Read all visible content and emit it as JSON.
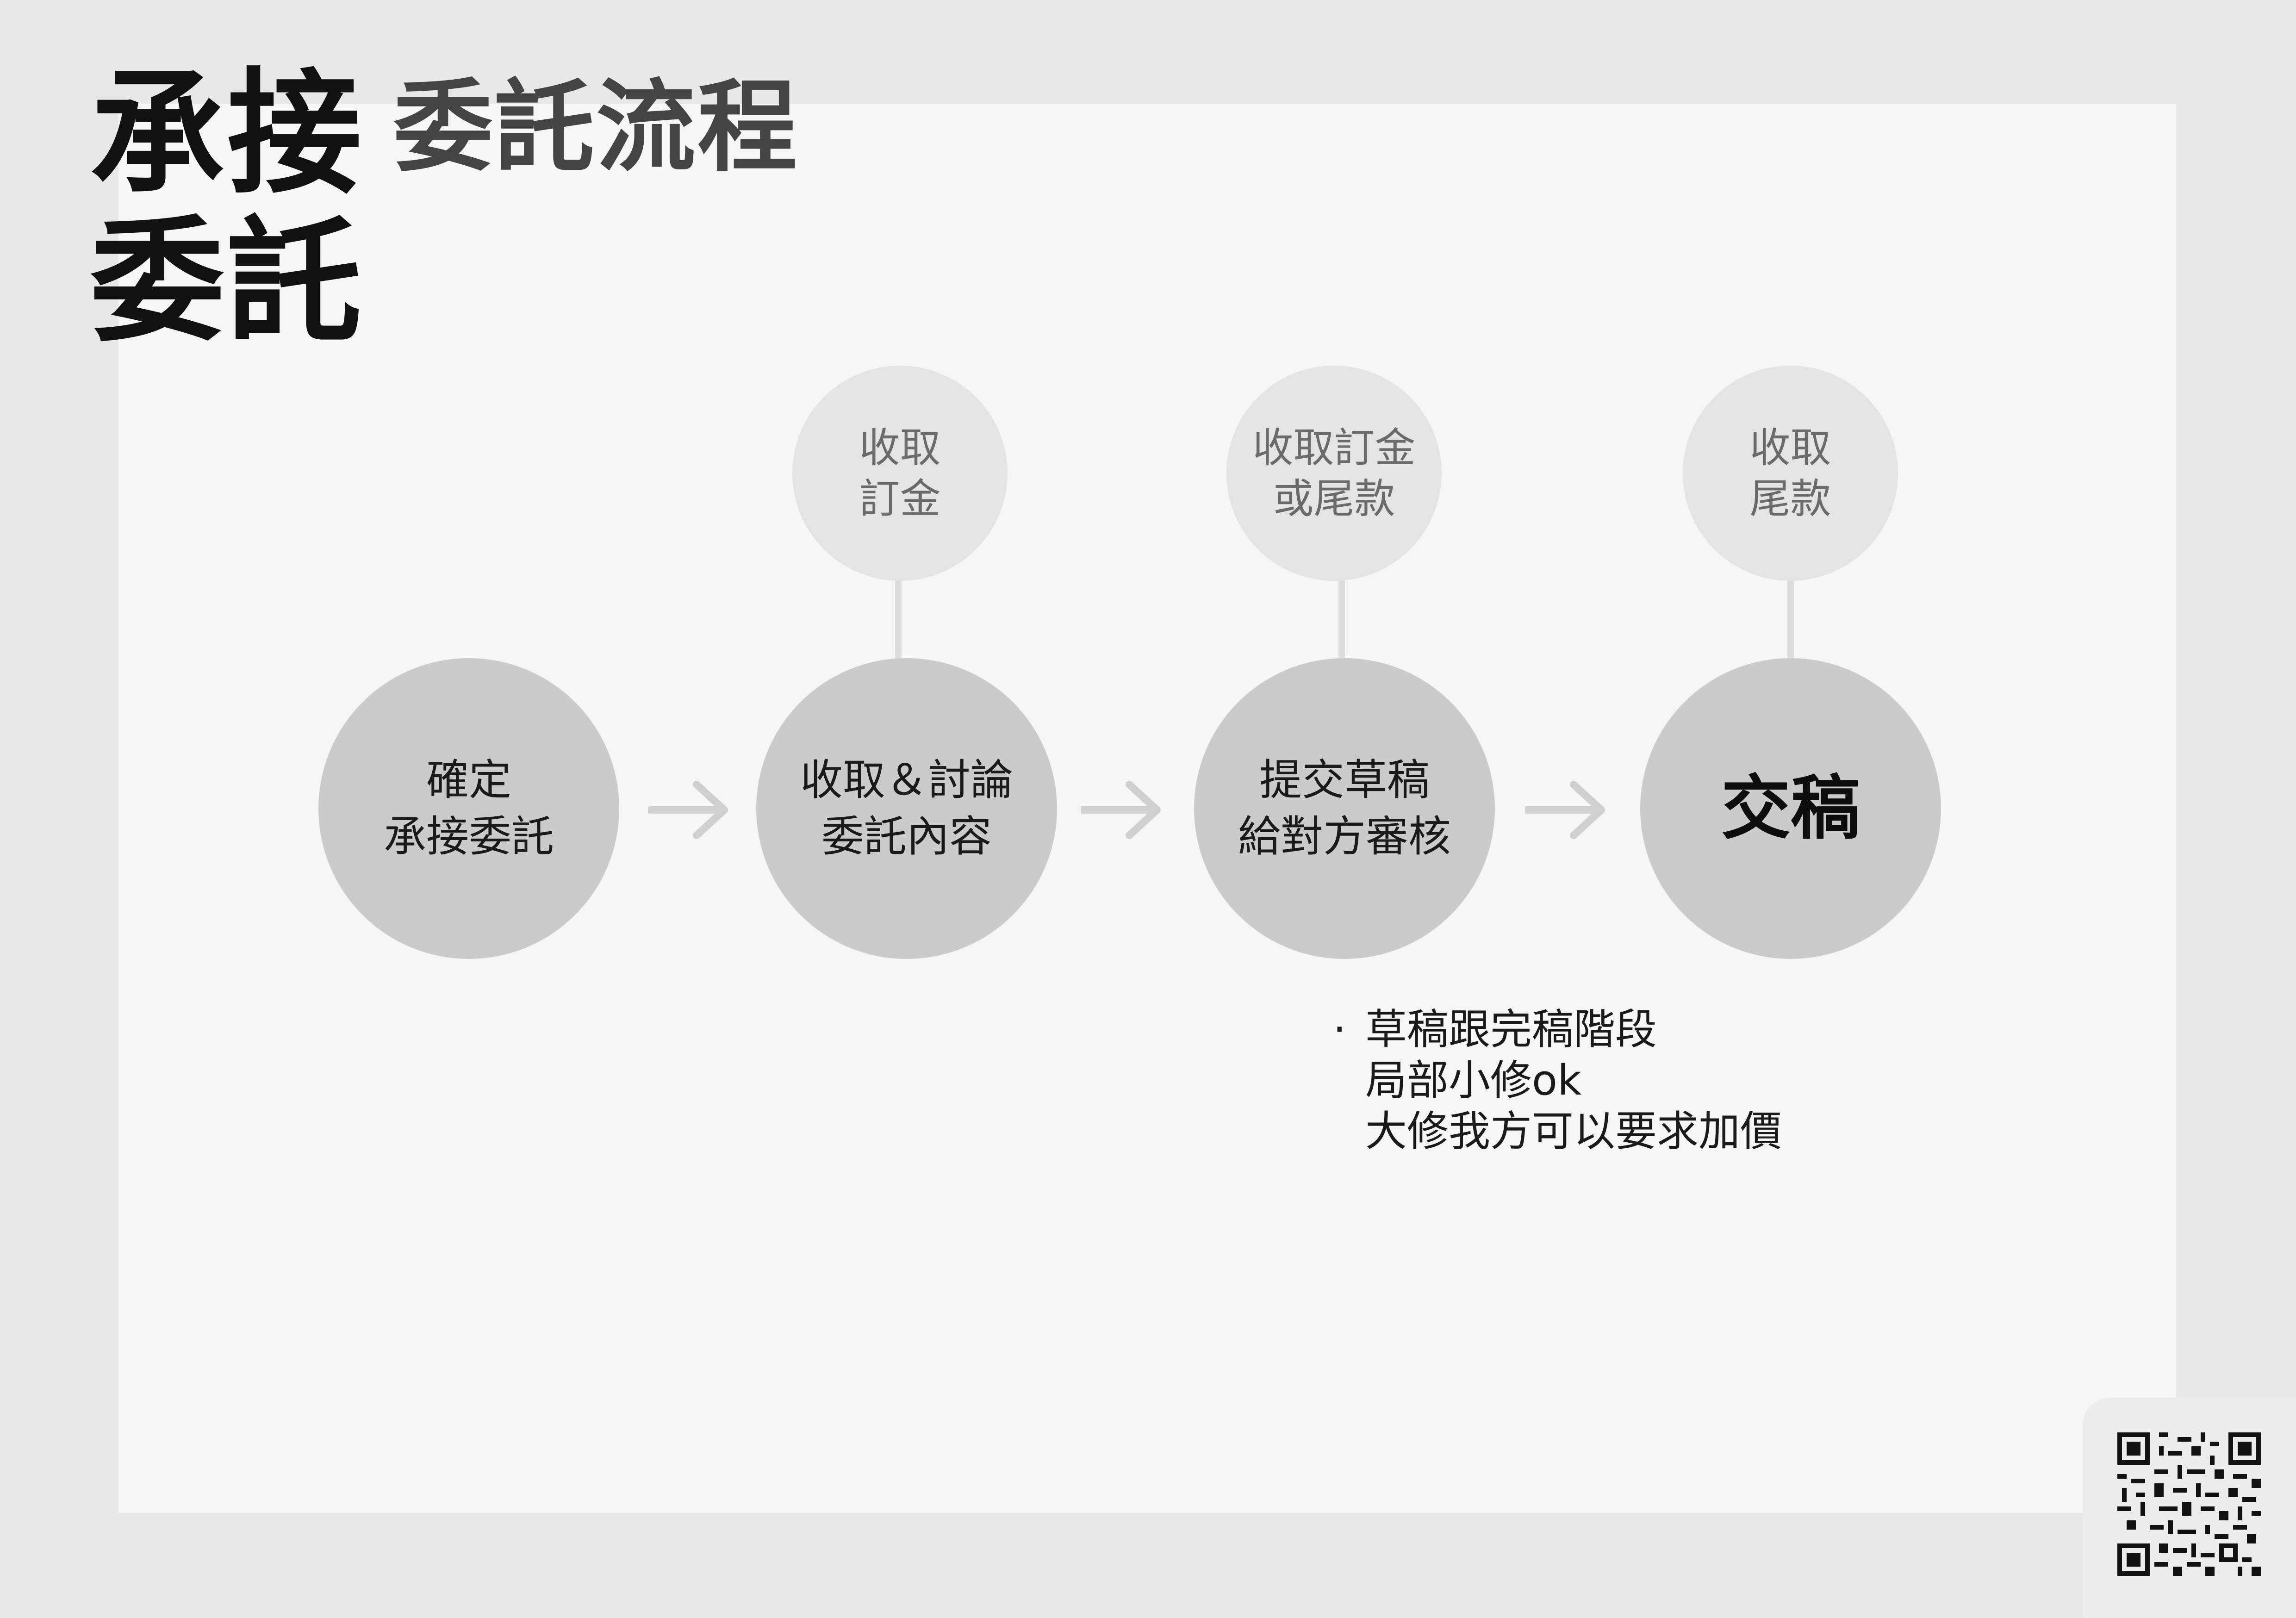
{
  "header": {
    "title_lines": [
      "承接",
      "委託"
    ],
    "subtitle": "委託流程"
  },
  "steps": [
    {
      "label": "確定\n承接委託"
    },
    {
      "label": "收取＆討論\n委託內容"
    },
    {
      "label": "提交草稿\n給對方審核"
    },
    {
      "label": "交稿"
    }
  ],
  "payments": [
    {
      "label": "收取\n訂金"
    },
    {
      "label": "收取訂金\n或尾款"
    },
    {
      "label": "收取\n尾款"
    }
  ],
  "note": {
    "bullet": "·",
    "lines": [
      "草稿跟完稿階段",
      "局部小修ok",
      "大修我方可以要求加價"
    ]
  },
  "colors": {
    "page_bg": "#e8e8e8",
    "panel_bg": "#f6f6f6",
    "step_circle": "#cbcbcb",
    "payment_circle": "#e4e4e4",
    "arrow": "#cfcfcf"
  }
}
